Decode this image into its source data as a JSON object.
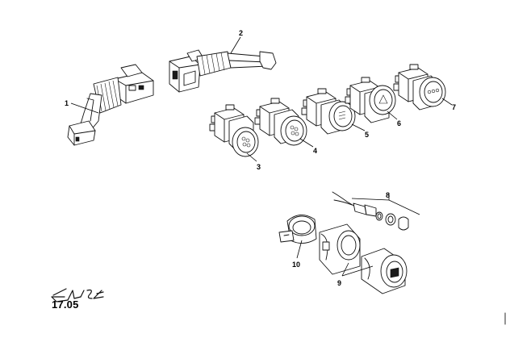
{
  "diagram": {
    "callouts": {
      "c1": "1",
      "c2": "2",
      "c3": "3",
      "c4": "4",
      "c5": "5",
      "c6": "6",
      "c7": "7",
      "c8": "8",
      "c9": "9",
      "c10": "10"
    },
    "brand_logo": "Elise",
    "page_code": "17.05"
  },
  "colors": {
    "line": "#111111",
    "background": "#ffffff"
  }
}
